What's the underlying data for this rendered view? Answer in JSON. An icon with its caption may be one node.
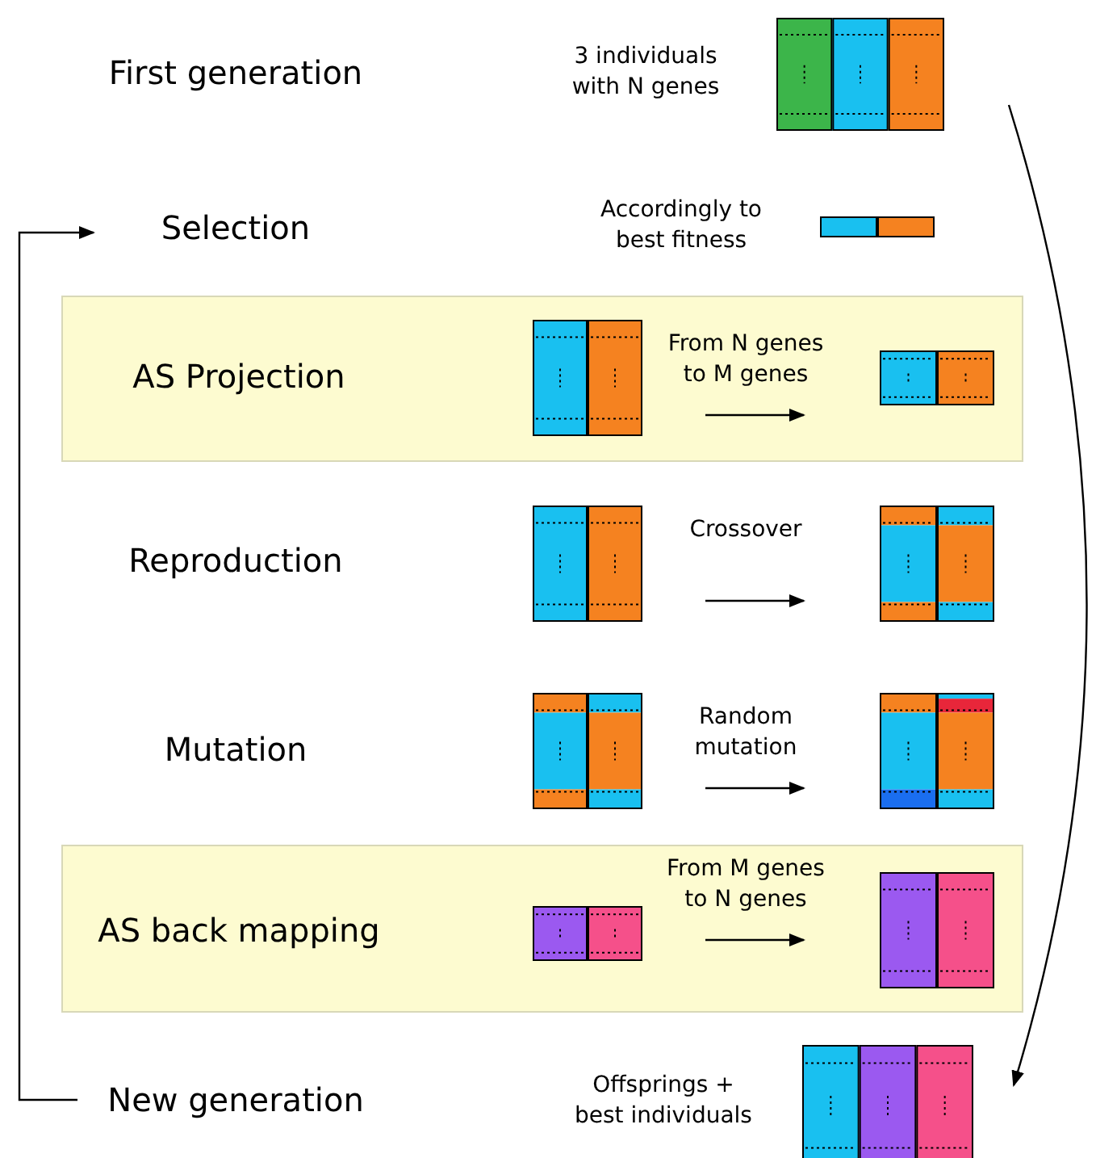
{
  "diagram": {
    "nodes": [
      {
        "text": [
          "First generation"
        ]
      },
      {
        "text": [],
        "shape": "picture",
        "beside": [
          "3 individuals with N genes"
        ]
      },
      {
        "text": [
          "Selection"
        ]
      },
      {
        "text": [],
        "shape": "picture",
        "beside": [
          "Accordingly to best fitness"
        ]
      },
      {
        "text": [
          "AS Projection"
        ]
      },
      {
        "text": [],
        "shape": "picture",
        "in": 4
      },
      {
        "text": [],
        "shape": "picture",
        "in": 4
      },
      {
        "text": [
          "Reproduction"
        ]
      },
      {
        "text": [],
        "shape": "picture"
      },
      {
        "text": [],
        "shape": "picture"
      },
      {
        "text": [
          "Mutation"
        ]
      },
      {
        "text": [],
        "shape": "picture"
      },
      {
        "text": [],
        "shape": "picture"
      },
      {
        "text": [
          "AS back mapping"
        ]
      },
      {
        "text": [],
        "shape": "picture",
        "in": 13
      },
      {
        "text": [],
        "shape": "picture",
        "in": 13
      },
      {
        "text": [
          "New generation"
        ]
      },
      {
        "text": [],
        "shape": "picture",
        "beside": [
          "Offsprings + best individuals"
        ]
      }
    ],
    "edges": [
      {
        "from": 1,
        "to": 17,
        "arrow": "to"
      },
      {
        "from": 16,
        "to": 2,
        "arrow": "to"
      },
      {
        "from": 5,
        "to": 6,
        "arrow": "to",
        "label": "From N genes to M genes"
      },
      {
        "from": 8,
        "to": 9,
        "arrow": "to",
        "label": "Crossover"
      },
      {
        "from": 11,
        "to": 12,
        "arrow": "to",
        "label": "Random mutation"
      },
      {
        "from": 14,
        "to": 15,
        "arrow": "to",
        "label": "From M genes to N genes"
      }
    ]
  }
}
